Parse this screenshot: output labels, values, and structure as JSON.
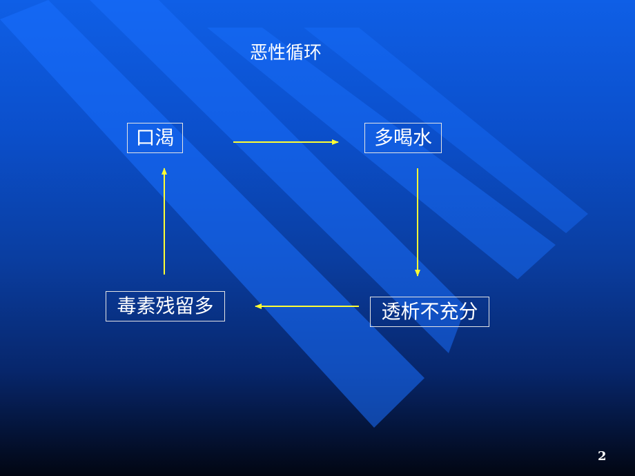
{
  "slide": {
    "title": "恶性循环",
    "page_number": "2"
  },
  "diagram": {
    "nodes": [
      {
        "id": "kouke",
        "label": "口渴"
      },
      {
        "id": "duoheshui",
        "label": "多喝水"
      },
      {
        "id": "touxi",
        "label": "透析不充分"
      },
      {
        "id": "dusu",
        "label": "毒素残留多"
      }
    ],
    "edges": [
      {
        "from": "kouke",
        "to": "duoheshui"
      },
      {
        "from": "duoheshui",
        "to": "touxi"
      },
      {
        "from": "touxi",
        "to": "dusu"
      },
      {
        "from": "dusu",
        "to": "kouke"
      }
    ]
  },
  "colors": {
    "arrow": "#ffff33",
    "text": "#ffffff",
    "node_border": "#e6e6e6"
  }
}
